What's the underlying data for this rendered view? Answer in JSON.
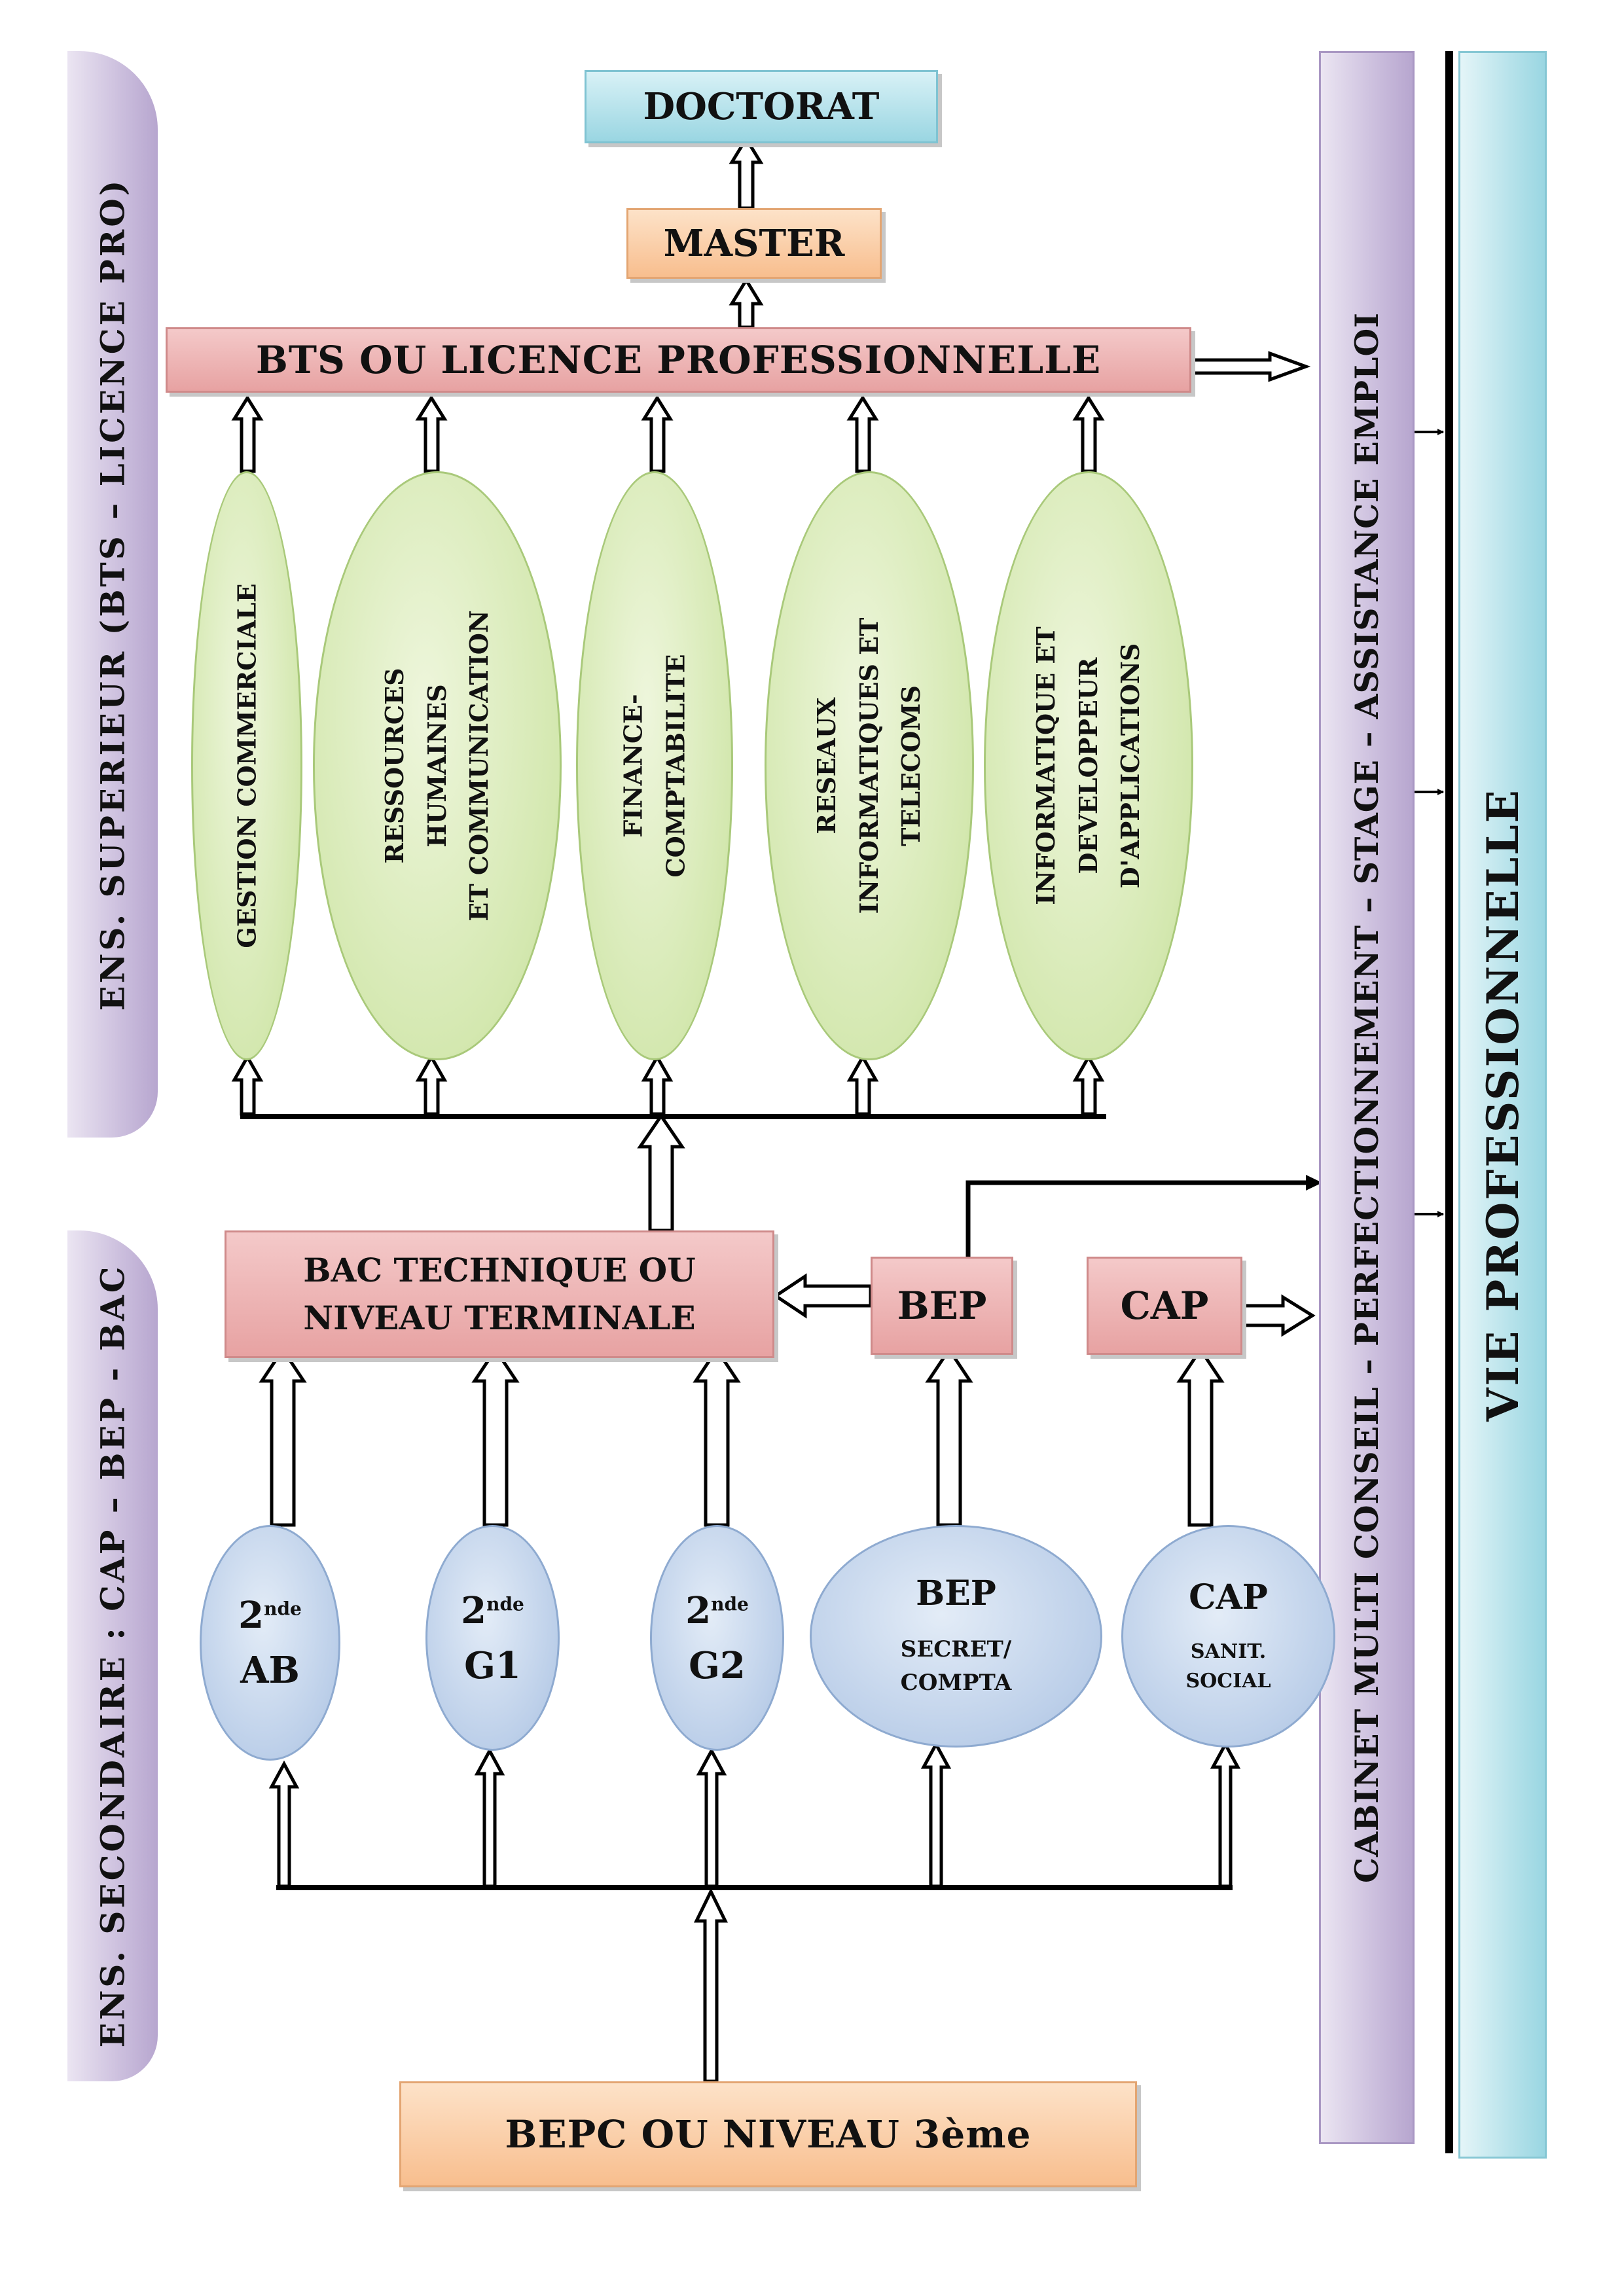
{
  "title_nodes": {
    "doctorat": "DOCTORAT",
    "master": "MASTER",
    "bts_licence": "BTS OU LICENCE PROFESSIONNELLE",
    "bac_line1": "BAC TECHNIQUE OU",
    "bac_line2": "NIVEAU TERMINALE",
    "bep_box": "BEP",
    "cap_box": "CAP",
    "bepc": "BEPC OU NIVEAU 3ème"
  },
  "side_labels": {
    "superieur": "ENS. SUPERIEUR (BTS – LICENCE PRO)",
    "secondaire": "ENS. SECONDAIRE : CAP – BEP - BAC",
    "cabinet": "CABINET MULTI CONSEIL – PERFECTIONNEMENT – STAGE – ASSISTANCE EMPLOI",
    "vie": "VIE PROFESSIONNELLE"
  },
  "specialties": [
    {
      "lines": [
        "GESTION COMMERCIALE"
      ]
    },
    {
      "lines": [
        "RESSOURCES",
        "HUMAINES",
        "ET COMMUNICATION"
      ]
    },
    {
      "lines": [
        "FINANCE-",
        "COMPTABILITE"
      ]
    },
    {
      "lines": [
        "RESEAUX",
        "INFORMATIQUES ET",
        "TELECOMS"
      ]
    },
    {
      "lines": [
        "INFORMATIQUE ET",
        "DEVELOPPEUR",
        "D'APPLICATIONS"
      ]
    }
  ],
  "seconde": [
    {
      "prefix": "2",
      "sup": "nde",
      "name": "AB"
    },
    {
      "prefix": "2",
      "sup": "nde",
      "name": "G1"
    },
    {
      "prefix": "2",
      "sup": "nde",
      "name": "G2"
    }
  ],
  "bep_ellipse": {
    "title": "BEP",
    "line1": "SECRET/",
    "line2": "COMPTA"
  },
  "cap_ellipse": {
    "title": "CAP",
    "line1": "SANIT.",
    "line2": "SOCIAL"
  },
  "colors": {
    "pink": "#e7a2a2",
    "orange": "#f8be8e",
    "cyan": "#9ad6e2",
    "green": "#d4e8b0",
    "blue": "#bccfe9",
    "purple": "#cbbedd"
  }
}
